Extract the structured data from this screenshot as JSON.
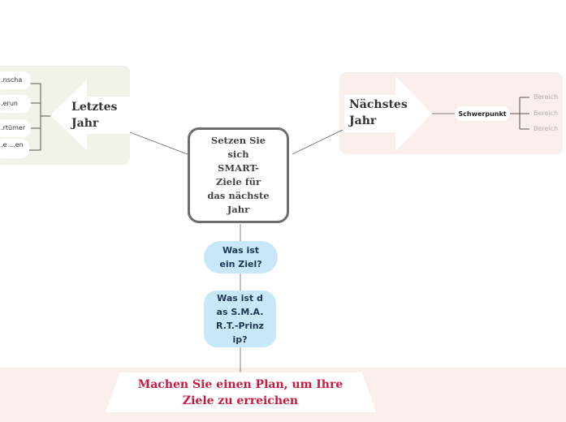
{
  "center": {
    "label": "Setzen Sie sich SMART-Ziele für das nächste Jahr"
  },
  "left_branch": {
    "label": "Letztes Jahr",
    "items": [
      "...nscha",
      "...erun",
      "...rtümer",
      "...e ...en"
    ]
  },
  "right_branch": {
    "label": "Nächstes Jahr",
    "focus": "Schwerpunkt",
    "areas": [
      "Bereich",
      "Bereich",
      "Bereich"
    ]
  },
  "questions": [
    "Was ist ein Ziel?",
    "Was ist das S.M.A.R.T.-Prinzip?"
  ],
  "plan": {
    "label": "Machen Sie einen Plan, um Ihre Ziele zu erreichen"
  },
  "colors": {
    "left_panel": "#f1f3e8",
    "right_panel": "#fbefeb",
    "bubble": "#c8e8fa",
    "plan_text": "#c81a3e"
  }
}
